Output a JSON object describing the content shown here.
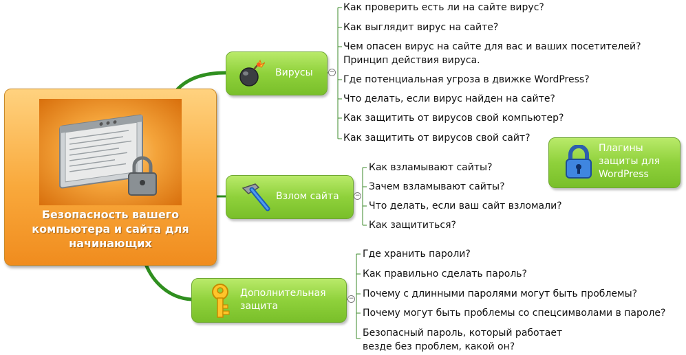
{
  "central": {
    "title": "Безопасность вашего компьютера и сайта для начинающих",
    "icon": "computer-lock-icon"
  },
  "branches": [
    {
      "label": "Вирусы",
      "icon": "virus-bomb-icon",
      "items": [
        "Как проверить есть ли на сайте вирус?",
        "Как выглядит вирус на сайте?",
        "Чем опасен вирус на сайте для вас и ваших посетителей? Принцип действия вируса.",
        "Где потенциальная угроза в движке WordPress?",
        "Что делать, если вирус найден на сайте?",
        "Как защитить от вирусов свой компьютер?",
        "Как защитить от вирусов свой сайт?"
      ]
    },
    {
      "label": "Взлом сайта",
      "icon": "hammer-icon",
      "items": [
        "Как взламывают сайты?",
        "Зачем взламывают сайты?",
        "Что делать, если ваш сайт взломали?",
        "Как защититься?"
      ]
    },
    {
      "label": "Дополнительная защита",
      "icon": "key-icon",
      "items": [
        "Где хранить пароли?",
        "Как правильно сделать пароль?",
        "Почему с длинными паролями могут быть проблемы?",
        "Почему могут быть проблемы со спецсимволами в пароле?",
        "Безопасный пароль, который работает везде без проблем, какой он?"
      ]
    }
  ],
  "floating": {
    "label": "Плагины защиты для WordPress",
    "icon": "padlock-icon"
  },
  "colors": {
    "branch_green": "#8fd13b",
    "link_green": "#2f8f1f",
    "central_orange": "#f9a93c"
  }
}
